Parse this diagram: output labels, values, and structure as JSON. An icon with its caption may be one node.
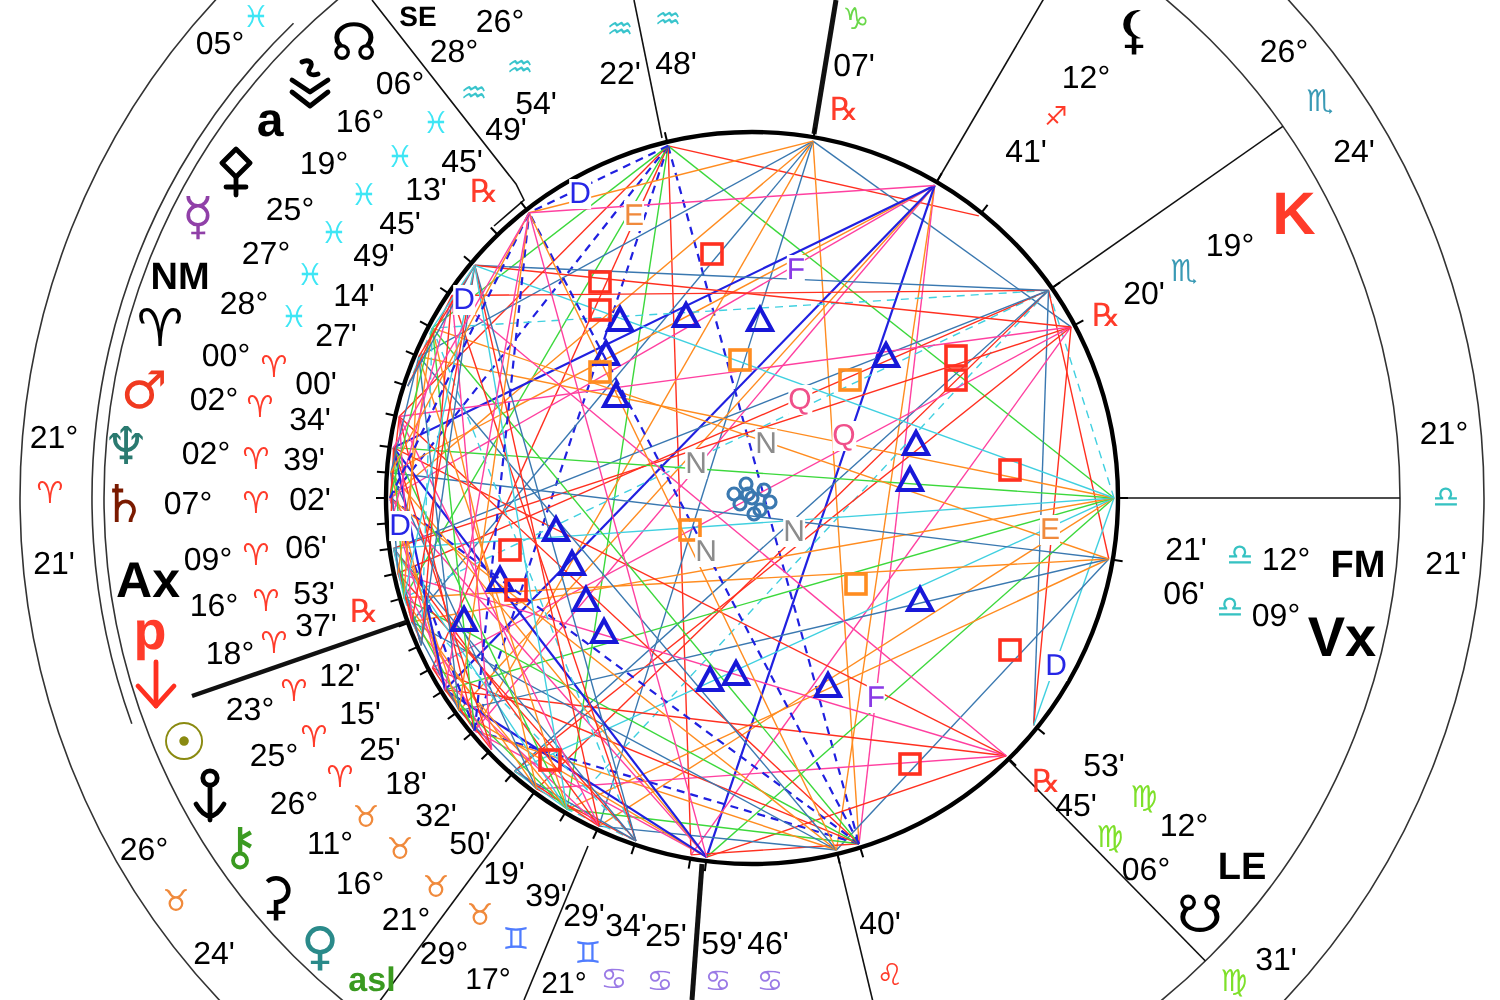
{
  "diagram": {
    "labels": [
      "♓",
      "SE",
      "26°",
      "♒",
      "♒",
      "♑",
      "⚸",
      "05°",
      "☊",
      "28°",
      "26°",
      "♒",
      "48'",
      "22'",
      "07'",
      "12°",
      "06°",
      "♒",
      "♏",
      "54'",
      "℞",
      "♐",
      "a",
      "16°",
      "♓",
      "49'",
      "41'",
      "24'",
      "♓",
      "45'",
      "19°",
      "13'",
      "℞",
      "♓",
      "D",
      "25°",
      "☿",
      "K",
      "E",
      "45'",
      "♓",
      "19°",
      "27°",
      "49'",
      "F",
      "♏",
      "♓",
      "NM",
      "20'",
      "14'",
      "D",
      "28°",
      "℞",
      "♓",
      "♈",
      "27'",
      "00°",
      "♈",
      "00'",
      "♂",
      "02°",
      "Q",
      "♈",
      "34'",
      "Q",
      "21°",
      "21°",
      "♆",
      "N",
      "02°",
      "♈",
      "39'",
      "N",
      "♈",
      "♎",
      "♄",
      "07°",
      "♈",
      "02'",
      "D",
      "E",
      "N",
      "N",
      "21'",
      "♎",
      "06'",
      "♈",
      "09°",
      "12°",
      "FM",
      "21'",
      "21'",
      "Ax",
      "53'",
      "06'",
      "♈",
      "16°",
      "♎",
      "09°",
      "℞",
      "p",
      "37'",
      "Vx",
      "♈",
      "18°",
      "D",
      "12'",
      "♈",
      "F",
      "23°",
      "15'",
      "♈",
      "☉",
      "25'",
      "25°",
      "53'",
      "♈",
      "℞",
      "18'",
      "♍",
      "26°",
      "45'",
      "♉",
      "32'",
      "12°",
      "♍",
      "⚷",
      "11°",
      "♉",
      "50'",
      "26°",
      "LE",
      "06°",
      "19'",
      "16°",
      "♉",
      "⚳",
      "39'",
      "♉",
      "☋",
      "♉",
      "21°",
      "29'",
      "40'",
      "34'",
      "♊",
      "25'",
      "59'",
      "46'",
      "♀",
      "24'",
      "29°",
      "31'",
      "♊",
      "asl",
      "♋",
      "♌",
      "17°",
      "♋",
      "♋",
      "♋",
      "♍",
      "21°"
    ]
  }
}
